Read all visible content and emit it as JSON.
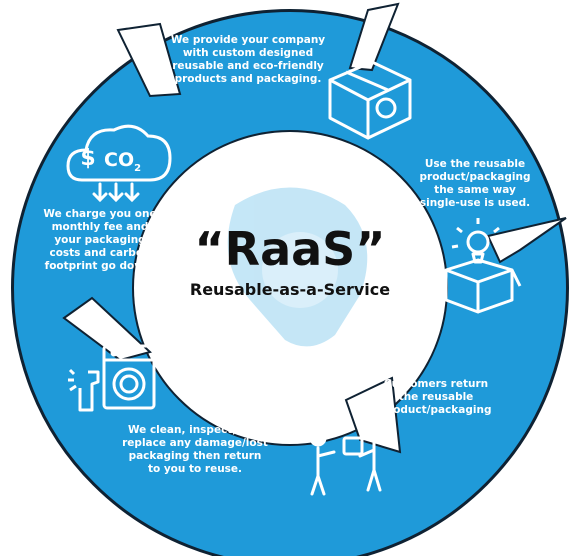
{
  "title": "“RaaS”",
  "subtitle": "Reusable-as-a-Service",
  "steps": [
    {
      "text": "We provide your company\nwith custom designed\nreusable and eco-friendly\nproducts and packaging.",
      "icon": "box-icon"
    },
    {
      "text": "Use the reusable\nproduct/packaging\nthe same way\nsingle-use is used.",
      "icon": "open-box-bulb-icon"
    },
    {
      "text": "Customers return\nthe reusable\nproduct/packaging",
      "icon": "people-exchange-icon"
    },
    {
      "text": "We clean, inspect, and\nreplace any damage/lost\npackaging then return\nto you to reuse.",
      "icon": "washing-machine-icon"
    },
    {
      "text": "We charge you one\nmonthly fee and\nyour packaging\ncosts and carbon\nfootprint go down.",
      "icon": "cloud-co2-icon"
    }
  ],
  "icon_labels": {
    "dollar": "$",
    "co2": "CO",
    "co2_sub": "2"
  },
  "colors": {
    "ring": "#1f9ad9",
    "outline": "#0f2233",
    "center_logo": "#bfe4f6",
    "text": "#ffffff"
  }
}
